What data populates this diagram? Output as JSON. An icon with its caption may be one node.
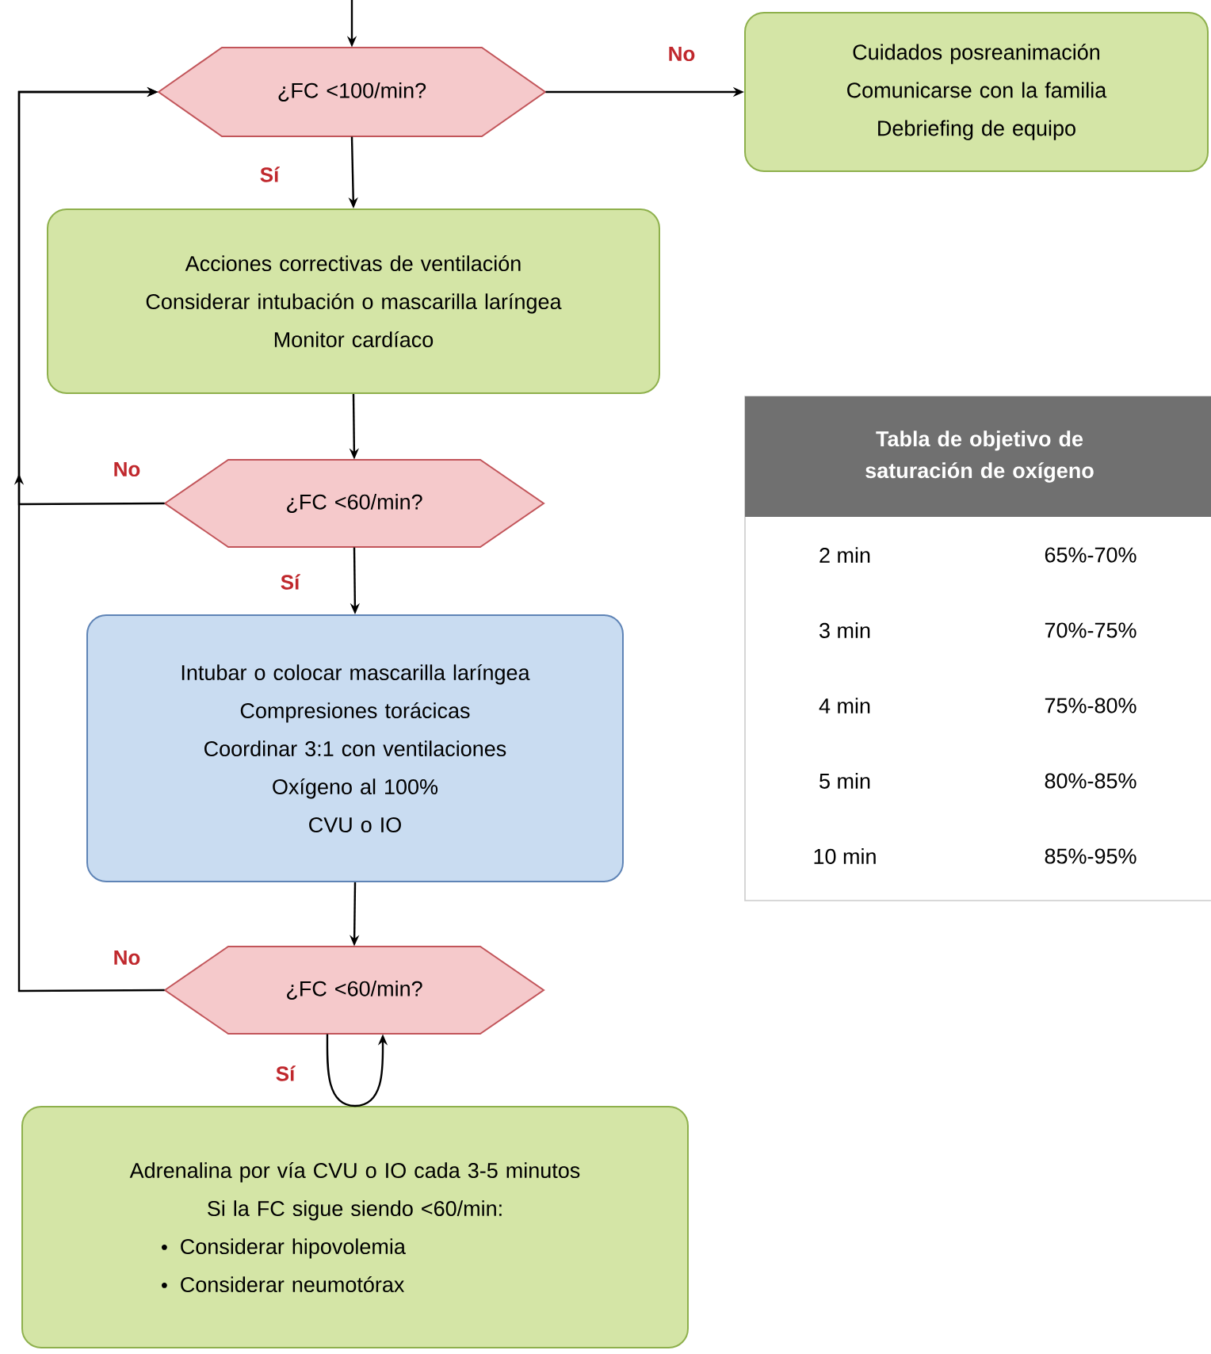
{
  "diagram": {
    "nodes": [
      {
        "text": [
          "¿FC <100/min?"
        ]
      },
      {
        "text": [
          "Cuidados posreanimación",
          "Comunicarse con la familia",
          "Debriefing de equipo"
        ]
      },
      {
        "text": [
          "Acciones correctivas de ventilación",
          "Considerar intubación o mascarilla laríngea",
          "Monitor cardíaco"
        ]
      },
      {
        "text": [
          "¿FC <60/min?"
        ]
      },
      {
        "text": [
          "Intubar o colocar mascarilla laríngea",
          "Compresiones torácicas",
          "Coordinar 3:1 con ventilaciones",
          "Oxígeno al 100%",
          "CVU o IO"
        ]
      },
      {
        "text": [
          "¿FC <60/min?"
        ]
      },
      {
        "text": [
          "Adrenalina por vía CVU o IO cada 3-5 minutos",
          "Si la FC sigue siendo <60/min:",
          "Considerar hipovolemia",
          "Considerar neumotórax"
        ]
      }
    ],
    "edges": [
      {
        "from": null,
        "to": 0,
        "arrow": "to"
      },
      {
        "from": 0,
        "to": 1,
        "arrow": "to",
        "label": "No"
      },
      {
        "from": 0,
        "to": 2,
        "arrow": "to",
        "label": "Sí"
      },
      {
        "from": 2,
        "to": 3,
        "arrow": "to"
      },
      {
        "from": 3,
        "to": 0,
        "arrow": "to",
        "label": "No"
      },
      {
        "from": 3,
        "to": 4,
        "arrow": "to",
        "label": "Sí"
      },
      {
        "from": 4,
        "to": 5,
        "arrow": "to"
      },
      {
        "from": 5,
        "to": 0,
        "arrow": "to",
        "label": "No"
      },
      {
        "from": 5,
        "to": 6,
        "arrow": "none",
        "label": "Sí"
      },
      {
        "from": 6,
        "to": 5,
        "arrow": "to"
      }
    ],
    "labels": [
      "Tabla de objetivo de saturación de oxígeno",
      "2 min",
      "65%-70%",
      "3 min",
      "70%-75%",
      "4 min",
      "75%-80%",
      "5 min",
      "80%-85%",
      "10 min",
      "85%-95%"
    ]
  }
}
